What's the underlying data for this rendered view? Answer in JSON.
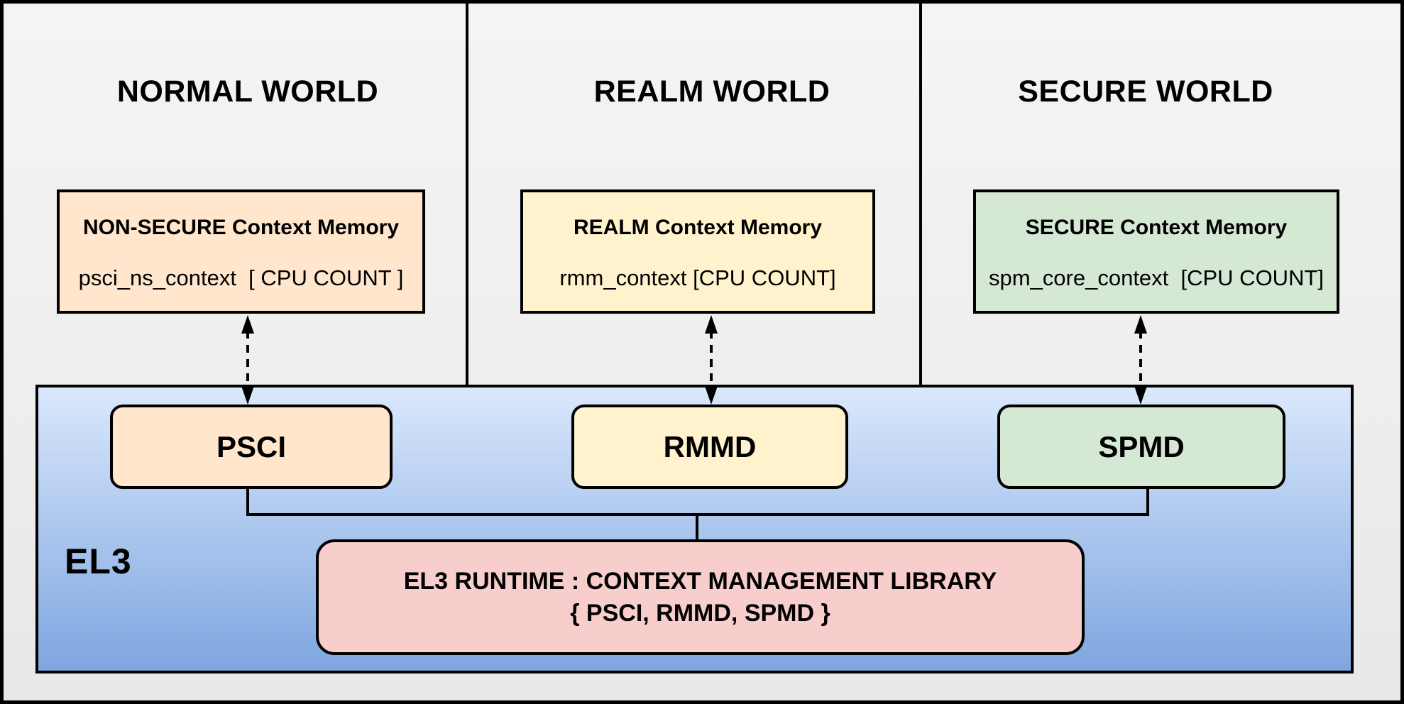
{
  "diagram": {
    "worlds": [
      {
        "title": "NORMAL WORLD",
        "memory_box": {
          "title": "NON-SECURE Context Memory",
          "code": "psci_ns_context  [ CPU COUNT ]"
        },
        "el3_module": "PSCI",
        "accent_color": "#FFE6CC"
      },
      {
        "title": "REALM WORLD",
        "memory_box": {
          "title": "REALM Context Memory",
          "code": "rmm_context [CPU COUNT]"
        },
        "el3_module": "RMMD",
        "accent_color": "#FFF2CC"
      },
      {
        "title": "SECURE WORLD",
        "memory_box": {
          "title": "SECURE Context Memory",
          "code": "spm_core_context  [CPU COUNT]"
        },
        "el3_module": "SPMD",
        "accent_color": "#D5E8D4"
      }
    ],
    "el3": {
      "label": "EL3",
      "runtime_box": {
        "line1": "EL3 RUNTIME : CONTEXT MANAGEMENT LIBRARY",
        "line2": "{ PSCI, RMMD, SPMD }",
        "fill_color": "#F8CECC"
      },
      "fill_gradient_top": "#DAE8FC",
      "fill_gradient_bottom": "#7EA6E0"
    },
    "connections": {
      "memory_to_module": "dashed-double-headed-arrow",
      "modules_to_runtime": "solid-elbow-lines"
    },
    "colors": {
      "outline": "#000000",
      "background_top": "#F4F4F4",
      "background_bottom": "#E8E8E8"
    }
  }
}
